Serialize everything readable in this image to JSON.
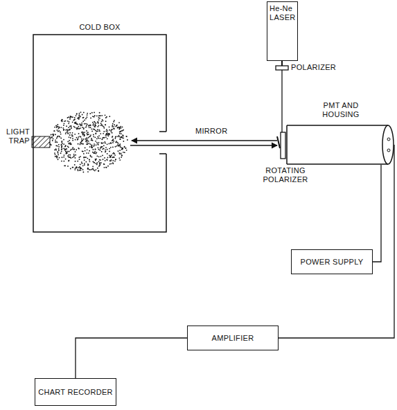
{
  "diagram": {
    "nodes": [
      {
        "text": [
          "He-Ne LASER"
        ]
      },
      {
        "text": [
          "COLD BOX"
        ]
      },
      {
        "text": [
          "PMT AND HOUSING"
        ]
      },
      {
        "text": [
          "POWER SUPPLY"
        ]
      },
      {
        "text": [
          "AMPLIFIER"
        ]
      },
      {
        "text": [
          "CHART RECORDER"
        ]
      }
    ],
    "edges": [
      {
        "from": 2,
        "to": 3,
        "arrow": "none"
      },
      {
        "from": 2,
        "to": 4,
        "arrow": "none"
      },
      {
        "from": 4,
        "to": 5,
        "arrow": "none"
      }
    ],
    "labels": [
      "POLARIZER",
      "LIGHT TRAP",
      "MIRROR",
      "ROTATING POLARIZER"
    ]
  }
}
